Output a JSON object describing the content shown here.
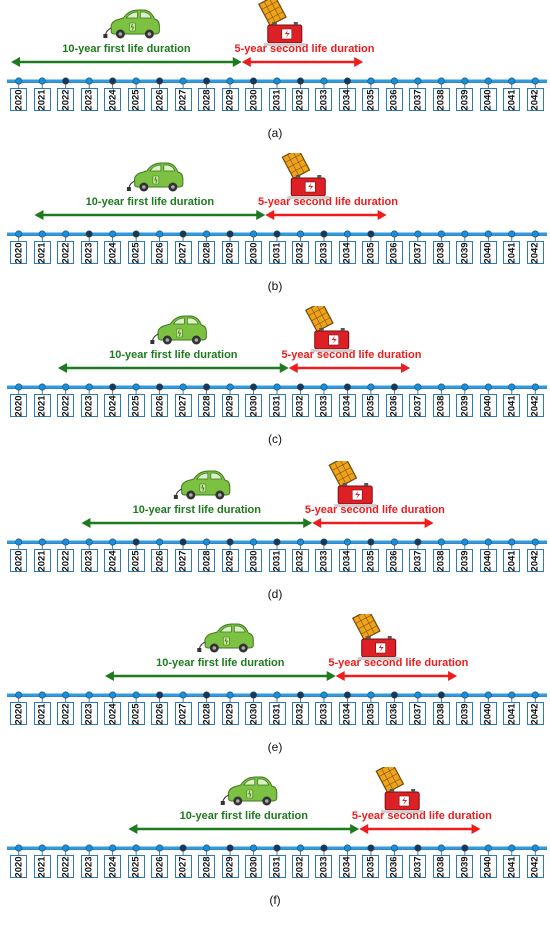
{
  "first_life_label": "10-year first life duration",
  "second_life_label": "5-year second life duration",
  "first_life_years": 10,
  "second_life_years": 5,
  "years": [
    "2020",
    "2021",
    "2022",
    "2023",
    "2024",
    "2025",
    "2026",
    "2027",
    "2028",
    "2029",
    "2030",
    "2031",
    "2032",
    "2033",
    "2034",
    "2035",
    "2036",
    "2037",
    "2038",
    "2039",
    "2040",
    "2041",
    "2042"
  ],
  "icons": {
    "car": "electric-car-icon",
    "battery": "solar-battery-storage-icon"
  },
  "colors": {
    "first_life": "#1e7a1e",
    "second_life": "#ee1c1c",
    "timeline": "#2f9be0",
    "car_body": "#7cc142",
    "box_border": "#2e7ab8"
  },
  "scenarios": [
    {
      "caption": "(a)",
      "start_year": 2020,
      "transition_year": 2030,
      "end_year": 2035
    },
    {
      "caption": "(b)",
      "start_year": 2021,
      "transition_year": 2031,
      "end_year": 2036
    },
    {
      "caption": "(c)",
      "start_year": 2022,
      "transition_year": 2032,
      "end_year": 2037
    },
    {
      "caption": "(d)",
      "start_year": 2023,
      "transition_year": 2033,
      "end_year": 2038
    },
    {
      "caption": "(e)",
      "start_year": 2024,
      "transition_year": 2034,
      "end_year": 2039
    },
    {
      "caption": "(f)",
      "start_year": 2025,
      "transition_year": 2035,
      "end_year": 2040
    }
  ]
}
